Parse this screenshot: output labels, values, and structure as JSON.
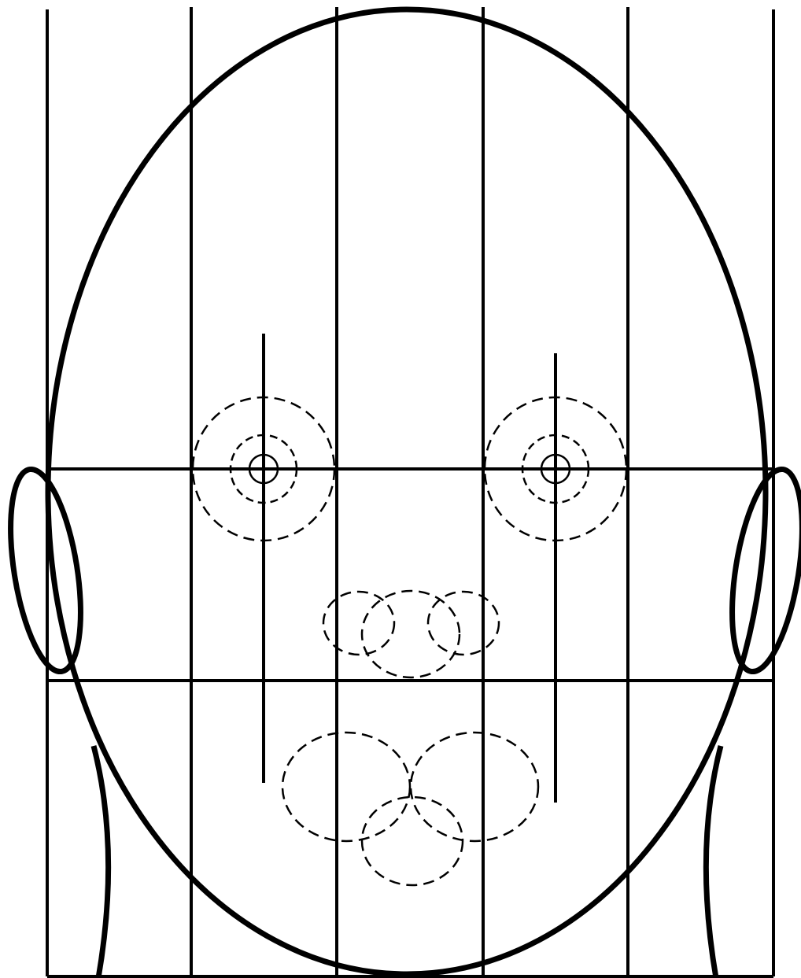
{
  "diagram": {
    "subject": "",
    "stroke_color": "#000000",
    "background_color": "#ffffff",
    "components": {
      "head_outline": "oval",
      "guide_lines": {
        "vertical_count": 6,
        "horizontal_count": 3
      },
      "eyes": 2,
      "eye_axis_lines": 2,
      "ears": 2,
      "neck_lines": 2,
      "nose_construction_circles": 3,
      "mouth_construction_circles": 3
    }
  }
}
